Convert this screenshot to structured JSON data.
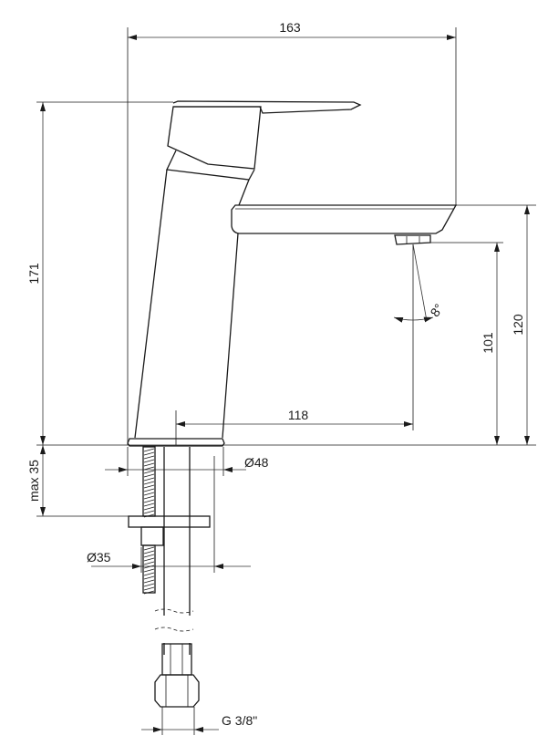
{
  "title": "Faucet technical drawing",
  "dimensions": {
    "width_total": "163",
    "height_total": "171",
    "spout_height": "120",
    "outlet_height": "101",
    "spout_reach": "118",
    "base_diameter": "Ø48",
    "max_thickness": "max 35",
    "hole_diameter": "Ø35",
    "connection": "G 3/8\"",
    "outlet_angle": "8°"
  }
}
